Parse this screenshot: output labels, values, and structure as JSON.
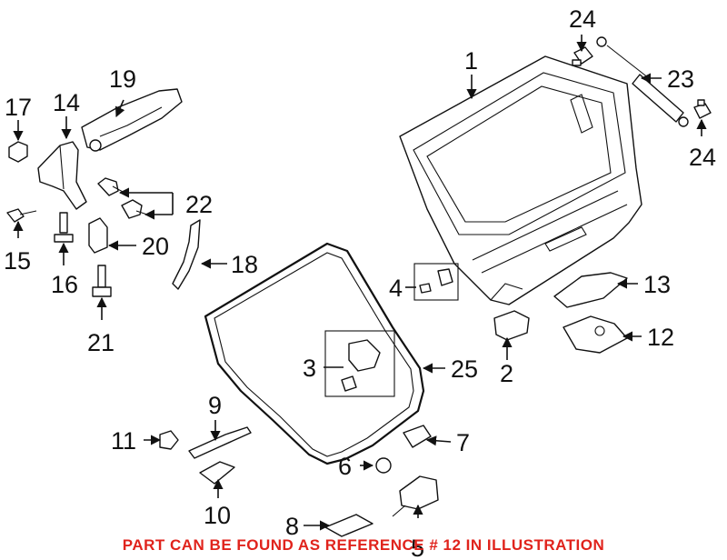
{
  "callouts": {
    "c1": "1",
    "c2": "2",
    "c3": "3",
    "c4": "4",
    "c5": "5",
    "c6": "6",
    "c7": "7",
    "c8": "8",
    "c9": "9",
    "c10": "10",
    "c11": "11",
    "c12": "12",
    "c13": "13",
    "c14": "14",
    "c15": "15",
    "c16": "16",
    "c17": "17",
    "c18": "18",
    "c19": "19",
    "c20": "20",
    "c21": "21",
    "c22": "22",
    "c23": "23",
    "c24a": "24",
    "c24b": "24",
    "c25": "25"
  },
  "footer": "PART CAN BE FOUND AS REFERENCE # 12 IN ILLUSTRATION",
  "colors": {
    "line": "#111111",
    "note": "#e0231c",
    "background": "#ffffff"
  }
}
